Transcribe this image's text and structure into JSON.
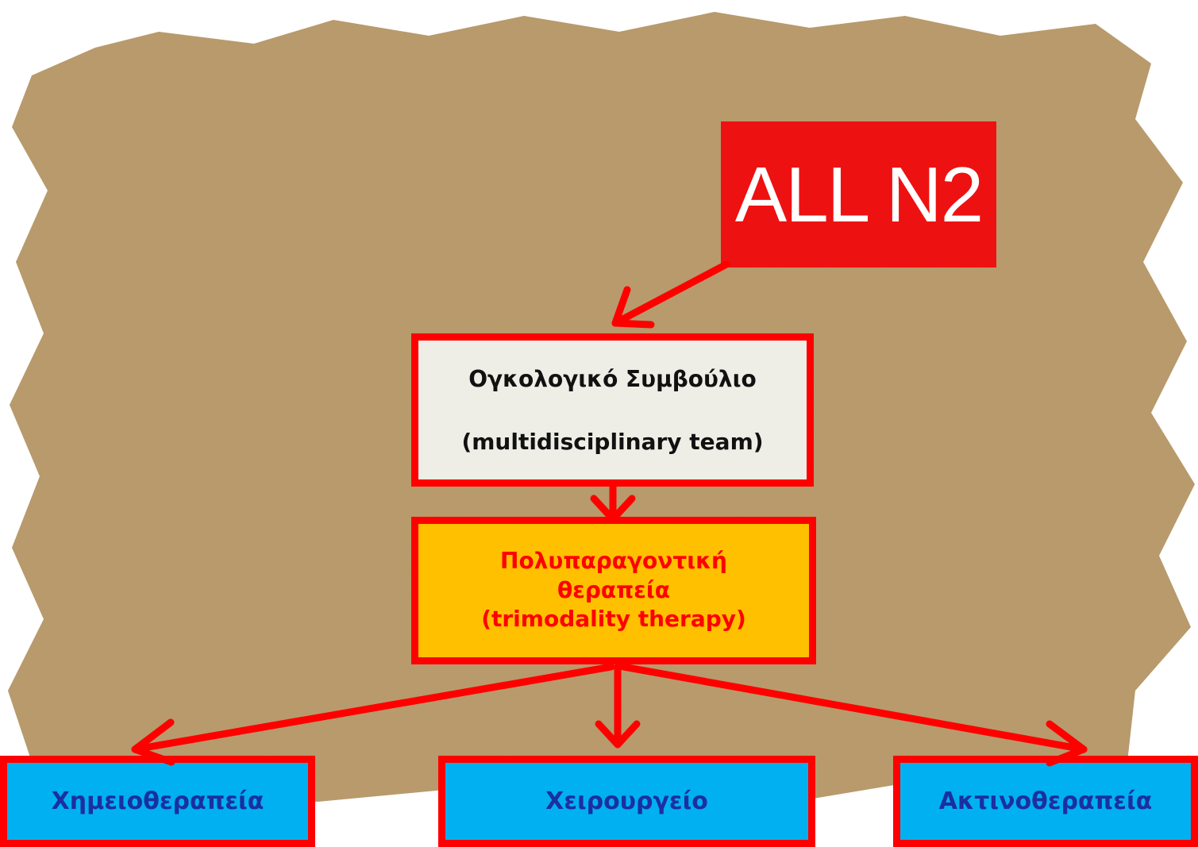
{
  "title": "ALL N2",
  "board": {
    "line1": "Ογκολογικό Συμβούλιο",
    "line2": "(multidisciplinary team)"
  },
  "therapy": {
    "line1": "Πολυπαραγοντική",
    "line2": "θεραπεία",
    "line3": "(trimodality therapy)"
  },
  "leaves": {
    "chemo": "Χημειοθεραπεία",
    "surgery": "Χειρουργείο",
    "radio": "Ακτινοθεραπεία"
  },
  "colors": {
    "arrow": "#ff0000",
    "title_bg": "#ee1111",
    "board_bg": "#eeeee6",
    "therapy_bg": "#ffc000",
    "leaf_bg": "#00b0f0",
    "leaf_text": "#1b2fa0",
    "texture": "#b99a6a"
  }
}
